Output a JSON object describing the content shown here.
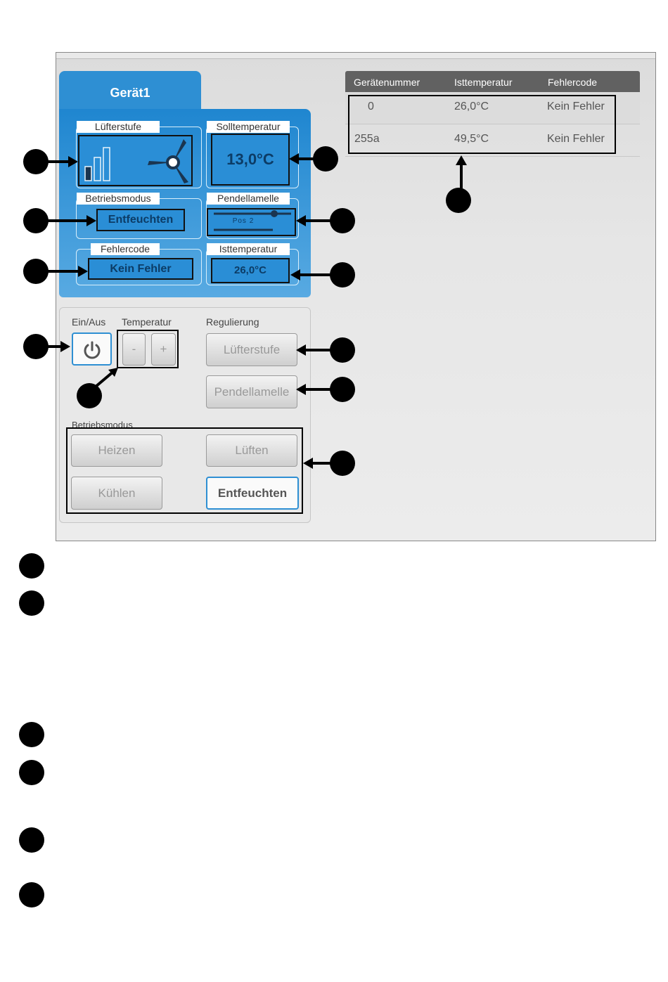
{
  "device_tab": {
    "title": "Gerät1"
  },
  "status_cards": {
    "fan_speed": {
      "label": "Lüfterstufe",
      "bar_levels": 3,
      "active_bars": 1
    },
    "target_temp": {
      "label": "Solltemperatur",
      "value": "13,0°C"
    },
    "operating_mode": {
      "label": "Betriebsmodus",
      "value": "Entfeuchten"
    },
    "swing_louver": {
      "label": "Pendellamelle",
      "position": "Pos 2"
    },
    "error_code": {
      "label": "Fehlercode",
      "value": "Kein Fehler"
    },
    "actual_temp": {
      "label": "Isttemperatur",
      "value": "26,0°C"
    }
  },
  "controls": {
    "power_label": "Ein/Aus",
    "temperature_label": "Temperatur",
    "temp_minus": "-",
    "temp_plus": "+",
    "regulation_label": "Regulierung",
    "fan_button": "Lüfterstufe",
    "louver_button": "Pendellamelle",
    "mode_label": "Betriebsmodus",
    "modes": [
      {
        "label": "Heizen",
        "active": false
      },
      {
        "label": "Lüften",
        "active": false
      },
      {
        "label": "Kühlen",
        "active": false
      },
      {
        "label": "Entfeuchten",
        "active": true
      }
    ]
  },
  "device_table": {
    "columns": [
      "Gerätenummer",
      "Isttemperatur",
      "Fehlercode"
    ],
    "rows": [
      [
        "0",
        "26,0°C",
        "Kein Fehler"
      ],
      [
        "255a",
        "49,5°C",
        "Kein Fehler"
      ]
    ]
  },
  "colors": {
    "accent_blue": "#2e8fd3",
    "panel_blue_dark": "#1f86d0",
    "table_header": "#616161",
    "callout": "#000000"
  }
}
